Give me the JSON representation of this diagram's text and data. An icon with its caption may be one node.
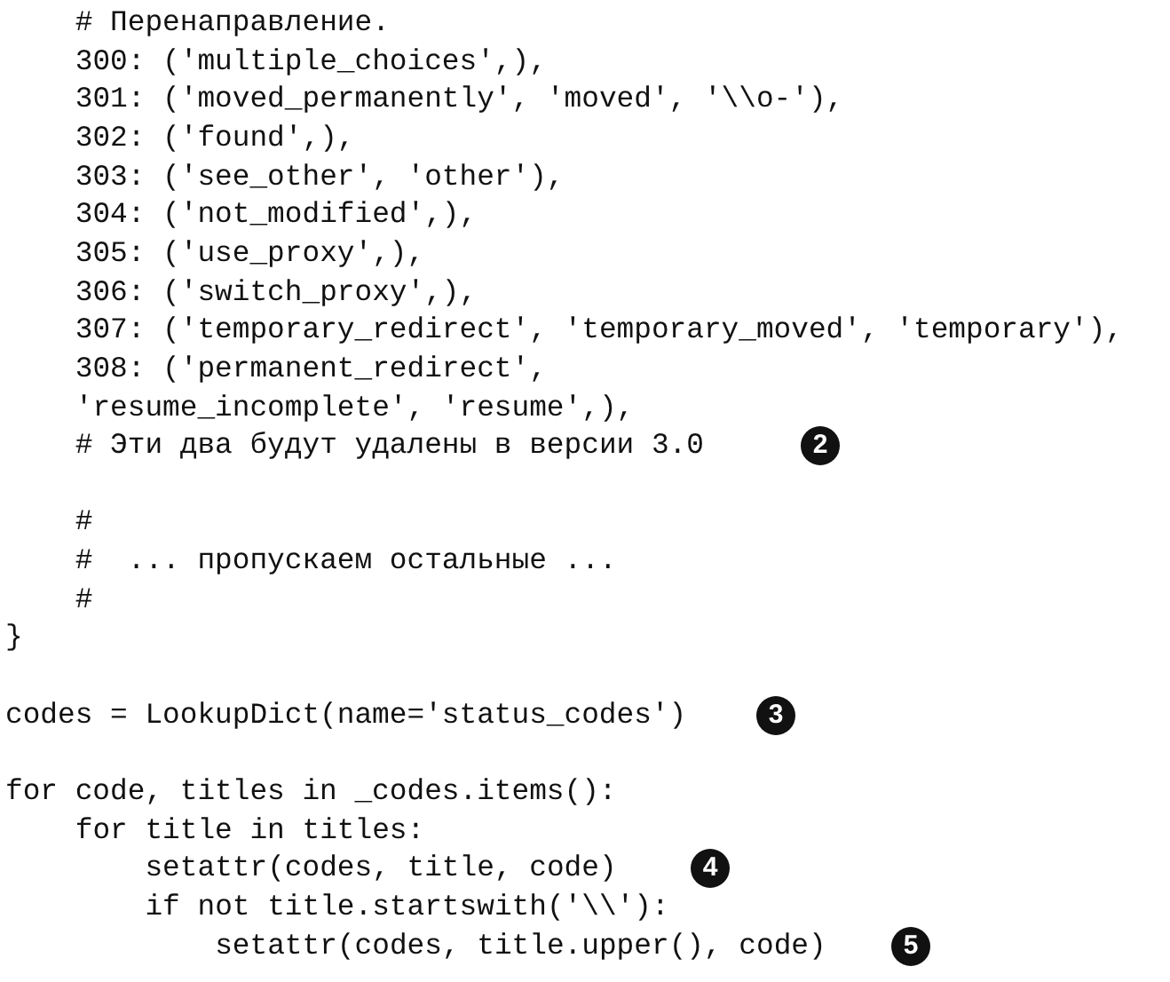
{
  "diagram": {
    "labels": [
      "# Перенаправление.",
      "300: ('multiple_choices',),",
      "301: ('moved_permanently', 'moved', '\\\\o-'),",
      "302: ('found',),",
      "303: ('see_other', 'other'),",
      "304: ('not_modified',),",
      "305: ('use_proxy',),",
      "306: ('switch_proxy',),",
      "307: ('temporary_redirect', 'temporary_moved', 'temporary'),",
      "308: ('permanent_redirect',",
      "'resume_incomplete', 'resume',),",
      "# Эти два будут удалены в версии 3.0",
      "2",
      "#",
      "#  ... пропускаем остальные ...",
      "#",
      "}",
      "codes = LookupDict(name='status_codes')",
      "3",
      "for code, titles in _codes.items():",
      "for title in titles:",
      "setattr(codes, title, code)",
      "4",
      "if not title.startswith('\\\\'):",
      "setattr(codes, title.upper(), code)",
      "5"
    ]
  }
}
